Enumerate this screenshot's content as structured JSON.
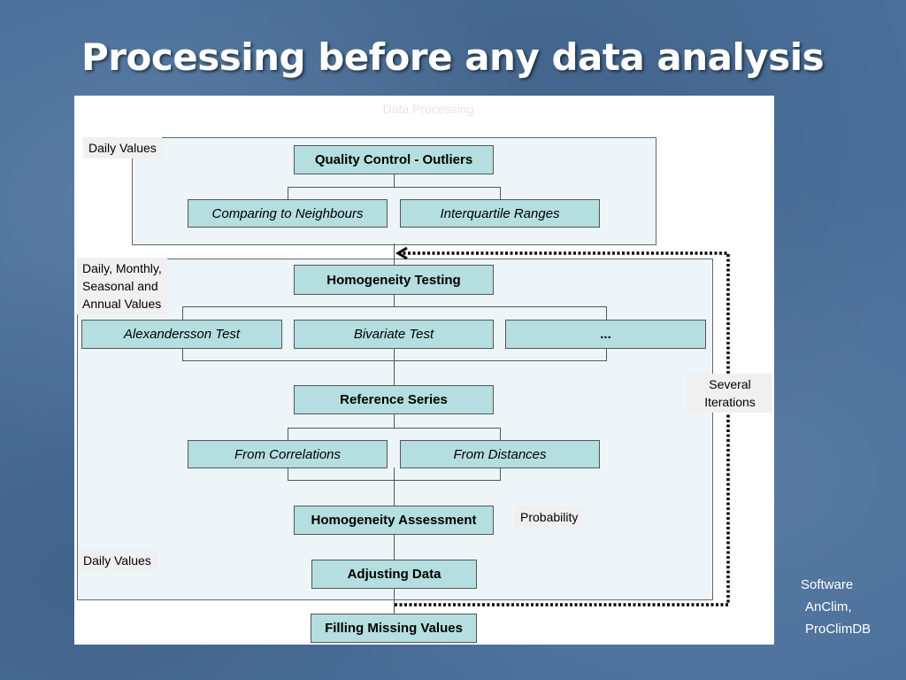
{
  "slide": {
    "title": "Processing before any data analysis"
  },
  "diagram": {
    "title": "Data Processing",
    "stages": {
      "quality_control": "Quality Control - Outliers",
      "comparing_neighbours": "Comparing to Neighbours",
      "interquartile_ranges": "Interquartile Ranges",
      "homogeneity_testing": "Homogeneity Testing",
      "alexandersson_test": "Alexandersson Test",
      "bivariate_test": "Bivariate Test",
      "other_tests": "...",
      "reference_series": "Reference Series",
      "from_correlations": "From Correlations",
      "from_distances": "From Distances",
      "homogeneity_assessment": "Homogeneity  Assessment",
      "adjusting_data": "Adjusting Data",
      "filling_missing_values": "Filling Missing Values"
    },
    "notes": {
      "daily_values_top": "Daily Values",
      "daily_monthly": [
        "Daily, Monthly,",
        "Seasonal and",
        "Annual Values"
      ],
      "several_iterations": [
        "Several",
        "Iterations"
      ],
      "probability": "Probability",
      "daily_values_bottom": "Daily Values"
    }
  },
  "software": {
    "lines": [
      "Software",
      "AnClim,",
      "ProClimDB"
    ]
  }
}
